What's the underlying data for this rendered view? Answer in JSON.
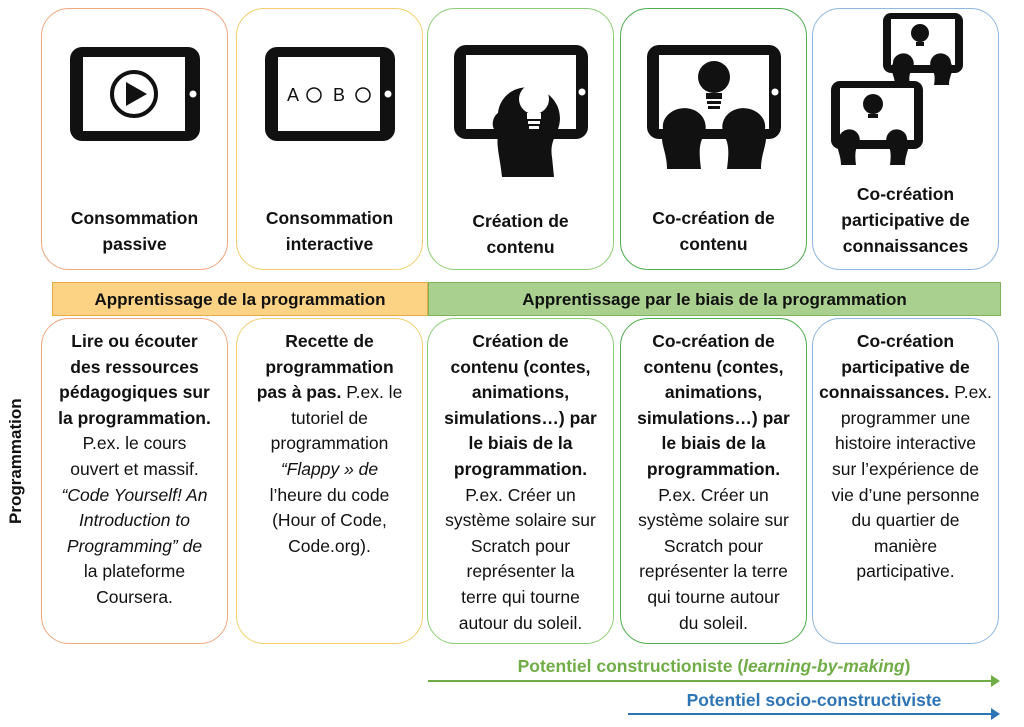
{
  "top_cards": [
    {
      "label_lines": [
        "Consommation",
        "passive"
      ]
    },
    {
      "label_lines": [
        "Consommation",
        "interactive"
      ],
      "icon_text": [
        "A",
        "B"
      ]
    },
    {
      "label_lines": [
        "Création de",
        "contenu"
      ]
    },
    {
      "label_lines": [
        "Co-création de",
        "contenu"
      ]
    },
    {
      "label_lines": [
        "Co-création",
        "participative de",
        "connaissances"
      ]
    }
  ],
  "bands": {
    "learning_programming": "Apprentissage de la programmation",
    "learning_through_programming": "Apprentissage par le biais de la programmation"
  },
  "side_label": "Programmation",
  "bottom_cards": [
    [
      {
        "t": "Lire ou écouter",
        "s": "b"
      },
      {
        "t": "des ressources",
        "s": "b"
      },
      {
        "t": "pédagogiques sur",
        "s": "b"
      },
      {
        "t": "la programmation.",
        "s": "b"
      },
      {
        "t": "P.ex. le cours",
        "s": "n"
      },
      {
        "t": "ouvert et massif.",
        "s": "n"
      },
      {
        "t": "“Code Yourself! An",
        "s": "i"
      },
      {
        "t": "Introduction to",
        "s": "i"
      },
      {
        "t": "Programming” de",
        "s": "i"
      },
      {
        "t": "la plateforme",
        "s": "n"
      },
      {
        "t": "Coursera.",
        "s": "n"
      }
    ],
    [
      {
        "t": "Recette de",
        "s": "b"
      },
      {
        "t": "programmation",
        "s": "b"
      },
      {
        "t": "pas à pas.",
        "s": "b",
        "tail": " P.ex. le"
      },
      {
        "t": "tutoriel de",
        "s": "n"
      },
      {
        "t": "programmation",
        "s": "n"
      },
      {
        "t": "“Flappy » de",
        "s": "i"
      },
      {
        "t": "l’heure du code",
        "s": "n"
      },
      {
        "t": "(Hour of Code,",
        "s": "n"
      },
      {
        "t": "Code.org).",
        "s": "n"
      }
    ],
    [
      {
        "t": "Création de",
        "s": "b"
      },
      {
        "t": "contenu (contes,",
        "s": "b"
      },
      {
        "t": "animations,",
        "s": "b"
      },
      {
        "t": "simulations…) par",
        "s": "b"
      },
      {
        "t": "le biais de la",
        "s": "b"
      },
      {
        "t": "programmation.",
        "s": "b"
      },
      {
        "t": "P.ex. Créer un",
        "s": "n"
      },
      {
        "t": "système solaire sur",
        "s": "n"
      },
      {
        "t": "Scratch pour",
        "s": "n"
      },
      {
        "t": "représenter la",
        "s": "n"
      },
      {
        "t": "terre qui tourne",
        "s": "n"
      },
      {
        "t": "autour du soleil.",
        "s": "n"
      }
    ],
    [
      {
        "t": "Co-création de",
        "s": "b"
      },
      {
        "t": "contenu (contes,",
        "s": "b"
      },
      {
        "t": "animations,",
        "s": "b"
      },
      {
        "t": "simulations…) par",
        "s": "b"
      },
      {
        "t": "le biais de la",
        "s": "b"
      },
      {
        "t": "programmation.",
        "s": "b"
      },
      {
        "t": "P.ex. Créer un",
        "s": "n"
      },
      {
        "t": "système solaire sur",
        "s": "n"
      },
      {
        "t": "Scratch pour",
        "s": "n"
      },
      {
        "t": "représenter la terre",
        "s": "n"
      },
      {
        "t": "qui tourne autour",
        "s": "n"
      },
      {
        "t": "du soleil.",
        "s": "n"
      }
    ],
    [
      {
        "t": "Co-création",
        "s": "b"
      },
      {
        "t": "participative de",
        "s": "b"
      },
      {
        "t": "connaissances.",
        "s": "b",
        "tail": " P.ex."
      },
      {
        "t": "programmer une",
        "s": "n"
      },
      {
        "t": "histoire interactive",
        "s": "n"
      },
      {
        "t": "sur l’expérience de",
        "s": "n"
      },
      {
        "t": "vie d’une personne",
        "s": "n"
      },
      {
        "t": "du quartier de",
        "s": "n"
      },
      {
        "t": "manière",
        "s": "n"
      },
      {
        "t": "participative.",
        "s": "n"
      }
    ]
  ],
  "arrows": {
    "constructionist_prefix": "Potentiel constructioniste (",
    "constructionist_italic": "learning-by-making",
    "constructionist_suffix": ")",
    "socio": "Potentiel socio-constructiviste"
  },
  "colors": {
    "orange_band": "#fcd385",
    "green_band": "#a9d08e",
    "constructionist": "#70ad47",
    "socio": "#2e75b6"
  }
}
